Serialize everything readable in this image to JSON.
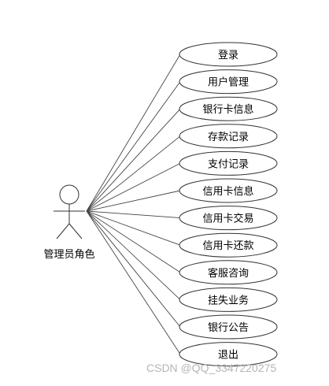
{
  "actor": {
    "name": "管理员角色"
  },
  "use_cases": [
    {
      "label": "登录"
    },
    {
      "label": "用户管理"
    },
    {
      "label": "银行卡信息"
    },
    {
      "label": "存款记录"
    },
    {
      "label": "支付记录"
    },
    {
      "label": "信用卡信息"
    },
    {
      "label": "信用卡交易"
    },
    {
      "label": "信用卡还款"
    },
    {
      "label": "客服咨询"
    },
    {
      "label": "挂失业务"
    },
    {
      "label": "银行公告"
    },
    {
      "label": "退出"
    }
  ],
  "watermark": "CSDN @QQ_3347220275"
}
